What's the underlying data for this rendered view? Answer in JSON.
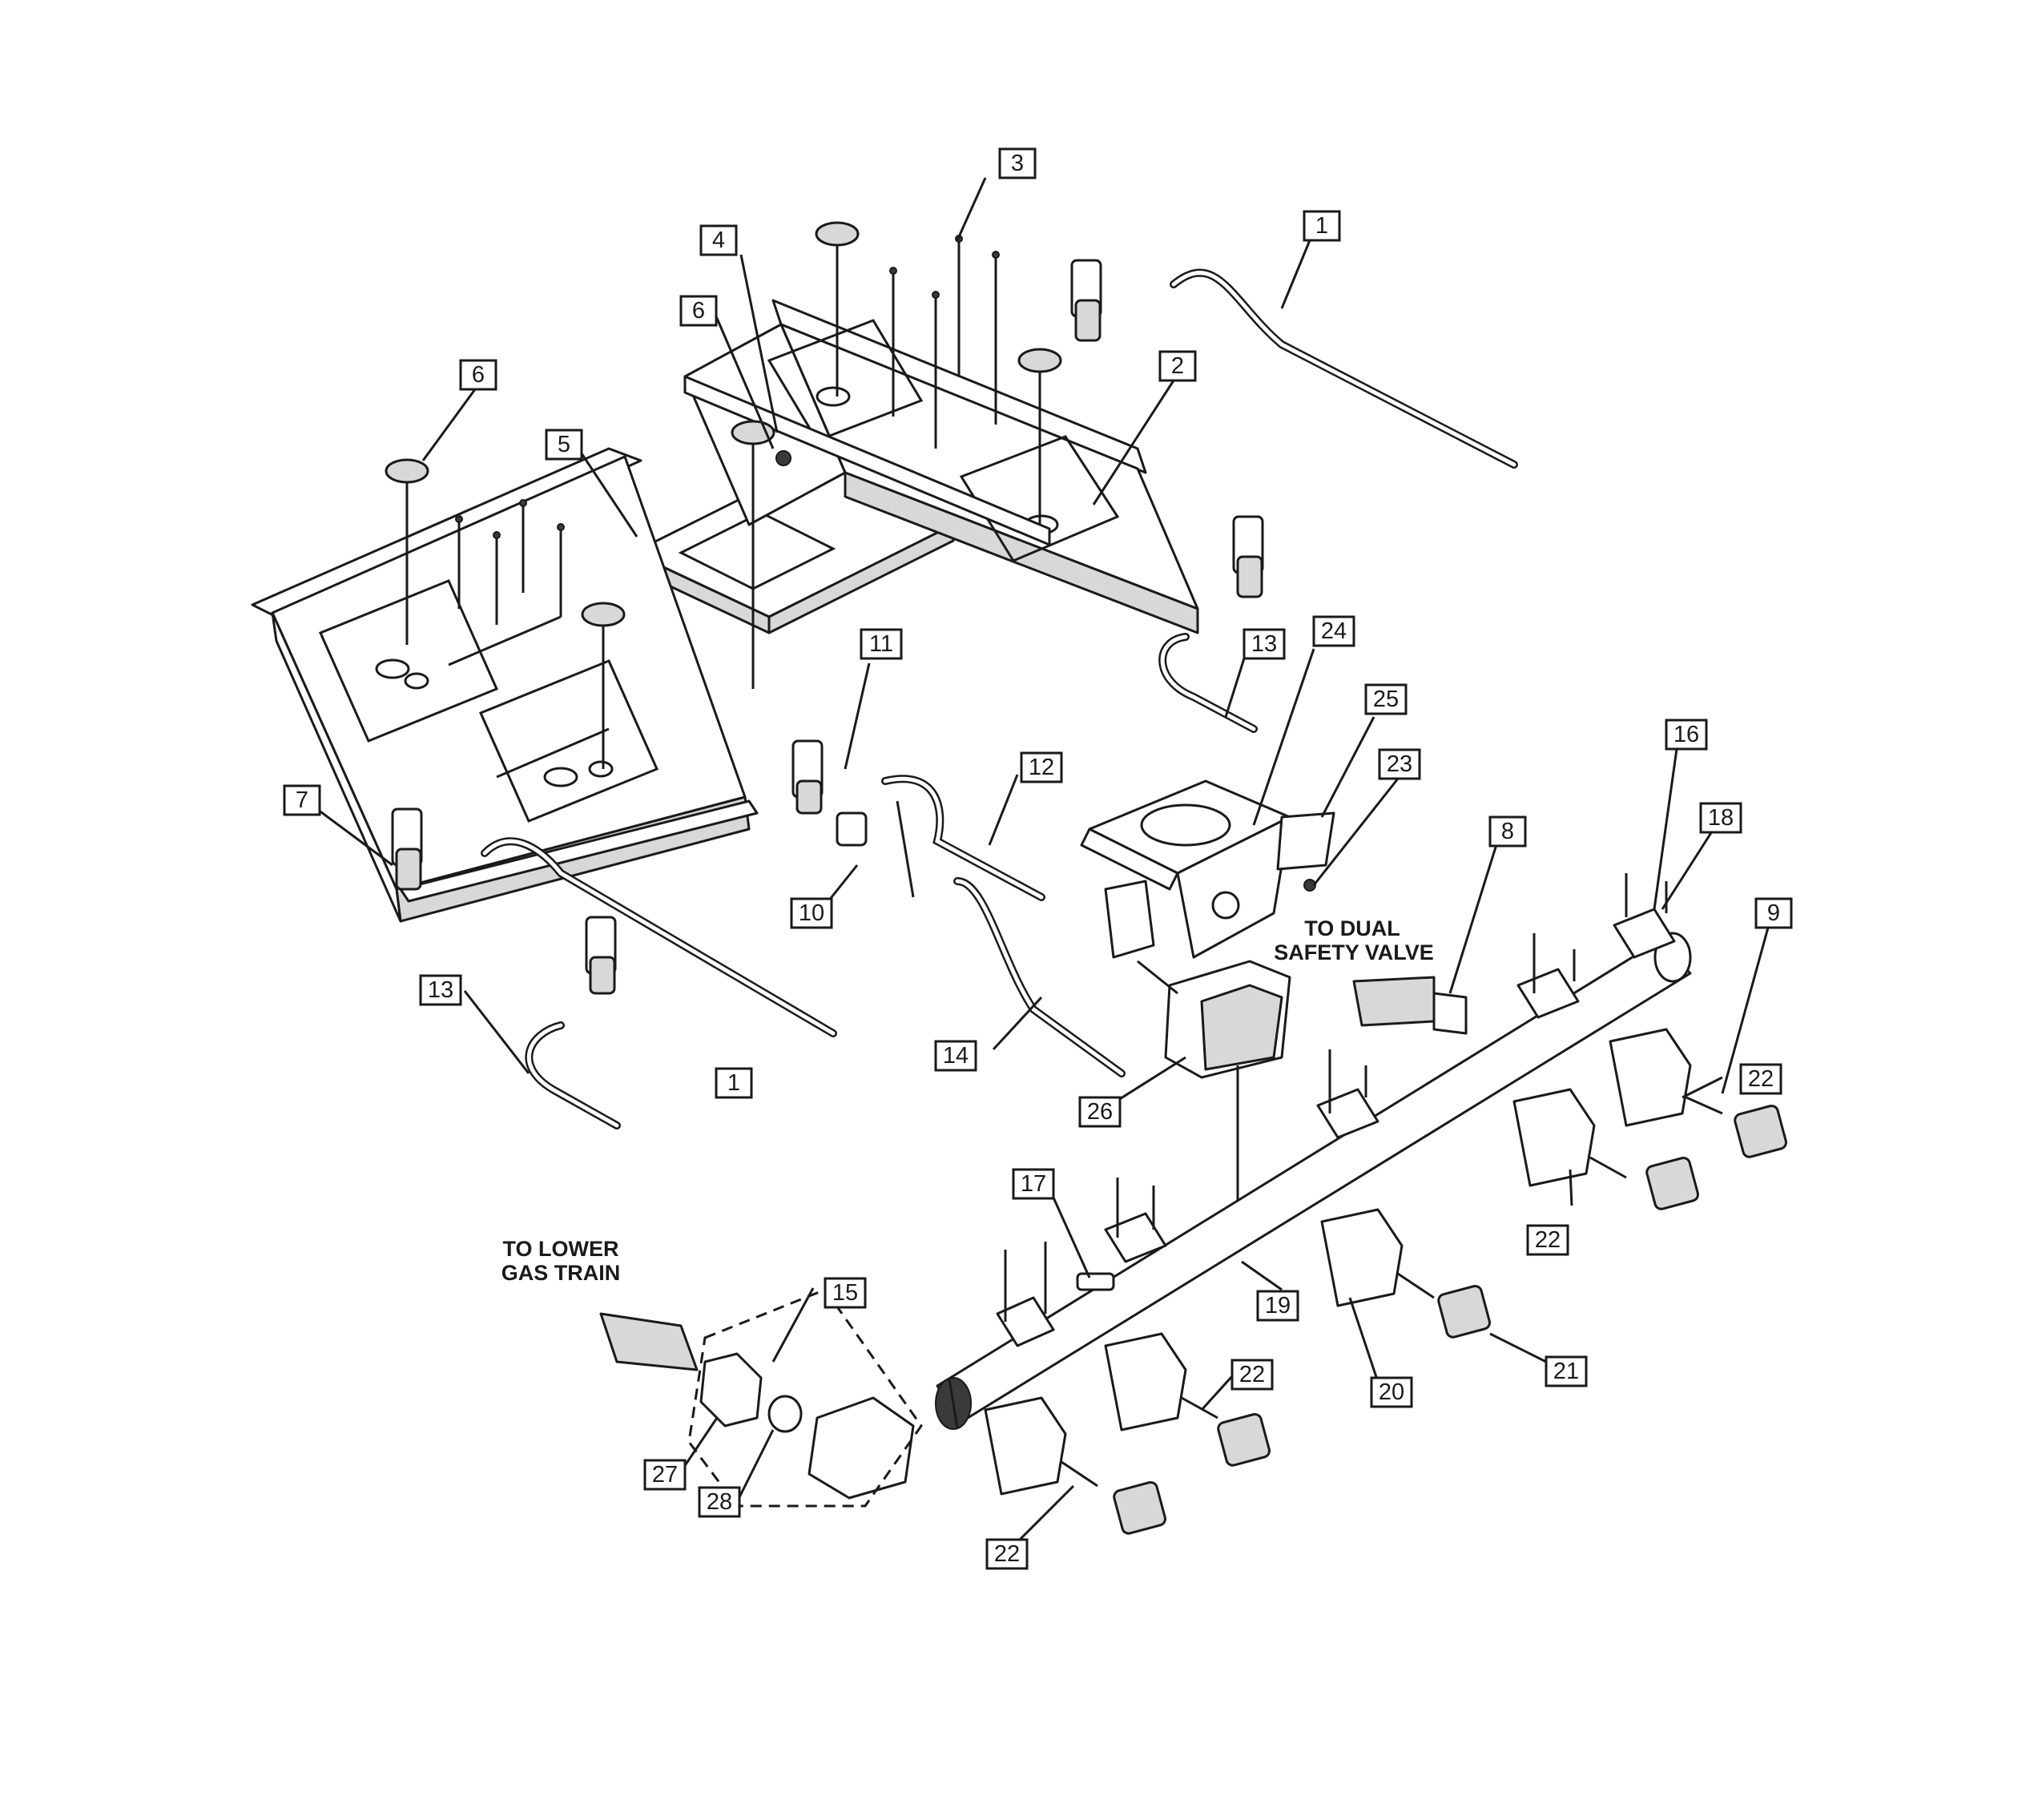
{
  "callouts": {
    "c1a": "1",
    "c1b": "1",
    "c2": "2",
    "c3": "3",
    "c4": "4",
    "c5": "5",
    "c6a": "6",
    "c6b": "6",
    "c7": "7",
    "c8": "8",
    "c9": "9",
    "c10": "10",
    "c11": "11",
    "c12": "12",
    "c13a": "13",
    "c13b": "13",
    "c14": "14",
    "c15": "15",
    "c16": "16",
    "c17": "17",
    "c18": "18",
    "c19": "19",
    "c20": "20",
    "c21": "21",
    "c22a": "22",
    "c22b": "22",
    "c22c": "22",
    "c22d": "22",
    "c23": "23",
    "c24": "24",
    "c25": "25",
    "c26": "26",
    "c27": "27",
    "c28": "28"
  },
  "notes": {
    "dual_line1": "TO DUAL",
    "dual_line2": "SAFETY VALVE",
    "lower_line1": "TO LOWER",
    "lower_line2": "GAS TRAIN"
  }
}
